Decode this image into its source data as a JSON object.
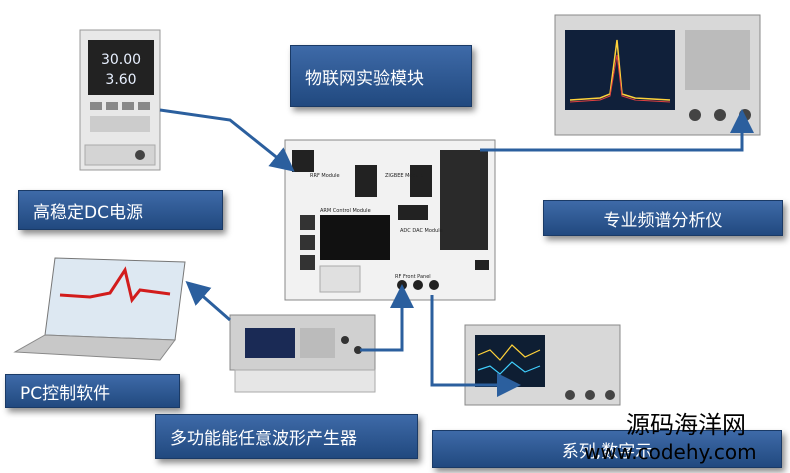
{
  "labels": {
    "iot_module": "物联网实验模块",
    "dc_power": "高稳定DC电源",
    "spectrum_analyzer": "专业频谱分析仪",
    "pc_software": "PC控制软件",
    "function_generator": "多功能能任意波形产生器",
    "oscilloscope": "系列,数字示"
  },
  "power_supply": {
    "readout_1": "30.00",
    "readout_2": "3.60"
  },
  "board": {
    "rf_module": "RRF Module",
    "zigbee_module": "ZIGBEE Module",
    "arm_module": "ARM Control Module",
    "adc_dac_module": "ADC DAC Module",
    "rf_front_panel": "RF Front Panel"
  },
  "watermark": {
    "line1": "源码海洋网",
    "line2": "www.codehy.com"
  },
  "colors": {
    "box_top": "#3e6aa8",
    "box_bottom": "#21497f",
    "arrow": "#2b5f9e"
  }
}
